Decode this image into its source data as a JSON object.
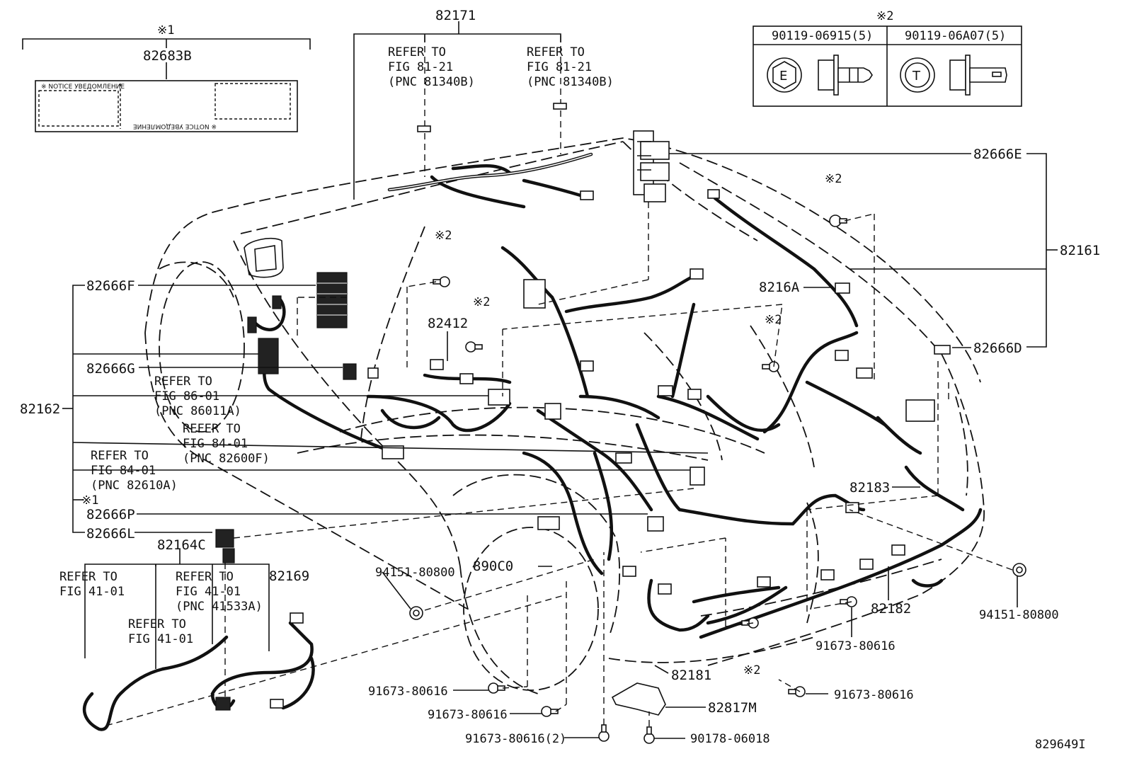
{
  "labels": {
    "n82171": "82171",
    "n82683B": "82683B",
    "mark1_top": "※1",
    "mark2_table": "※2",
    "n82666E": "82666E",
    "n82161": "82161",
    "n8216A": "8216A",
    "n82666D": "82666D",
    "n82666F": "82666F",
    "n82666G": "82666G",
    "n82162": "82162",
    "n82412": "82412",
    "mark1_mid": "※1",
    "n82666P": "82666P",
    "n82666L": "82666L",
    "n82164C": "82164C",
    "n82169": "82169",
    "n82183": "82183",
    "n82182": "82182",
    "n82181": "82181",
    "n82817M": "82817M",
    "n890C0": "890C0",
    "b94151_left": "94151-80800",
    "b94151_right": "94151-80800",
    "b91673_r1": "91673-80616",
    "b91673_r2": "91673-80616",
    "b91673_l1": "91673-80616",
    "b91673_l2": "91673-80616",
    "b91673_qty": "91673-80616(2)",
    "b90178": "90178-06018",
    "mark2_a": "※2",
    "mark2_b": "※2",
    "mark2_c": "※2",
    "mark2_d": "※2",
    "mark2_e": "※2",
    "figure_id": "829649I"
  },
  "refers": {
    "r81_a": [
      "REFER TO",
      "FIG 81-21",
      "(PNC 81340B)"
    ],
    "r81_b": [
      "REFER TO",
      "FIG 81-21",
      "(PNC 81340B)"
    ],
    "r86": [
      "REFER TO",
      "FIG 86-01",
      "(PNC 86011A)"
    ],
    "r84_a": [
      "REFER TO",
      "FIG 84-01",
      "(PNC 82600F)"
    ],
    "r84_b": [
      "REFER TO",
      "FIG 84-01",
      "(PNC 82610A)"
    ],
    "r41_a": [
      "REFER TO",
      "FIG 41-01"
    ],
    "r41_b": [
      "REFER TO",
      "FIG 41-01",
      "(PNC 41533A)"
    ],
    "r41_c": [
      "REFER TO",
      "FIG 41-01"
    ]
  },
  "notice_label": {
    "text_top": "※ NOTICE УВЕДОМЛЕНИЕ",
    "text_bottom": "※ NOTICE УВЕДОМЛЕНИЕ"
  },
  "bolt_table": {
    "col1_header": "90119-06915(5)",
    "col2_header": "90119-06A07(5)",
    "col1_mark": "E",
    "col2_mark": "T"
  }
}
